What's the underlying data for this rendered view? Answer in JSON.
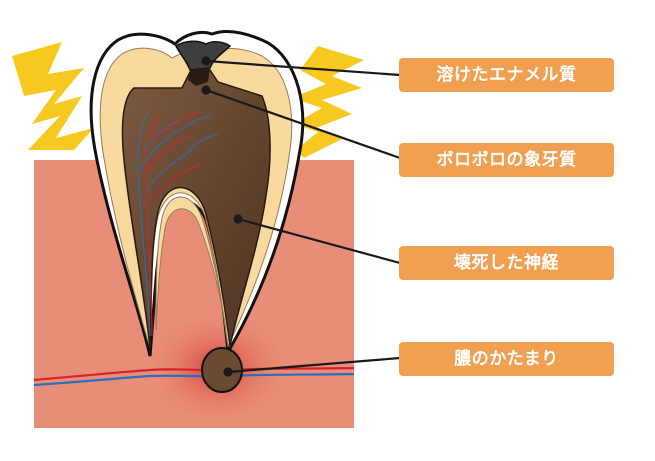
{
  "diagram": {
    "labels": [
      {
        "id": "enamel",
        "text": "溶けたエナメル質"
      },
      {
        "id": "dentin",
        "text": "ボロボロの象牙質"
      },
      {
        "id": "nerve",
        "text": "壊死した神経"
      },
      {
        "id": "abscess",
        "text": "膿のかたまり"
      }
    ]
  },
  "colors": {
    "label_bg": "#F0A050",
    "gum": "#E88E78",
    "enamel_yellow": "#F8DA9E",
    "decay_brown": "#6B4A32",
    "pain_yellow": "#F7C81F",
    "artery": "#D8232A",
    "vein": "#2A6FB8"
  }
}
